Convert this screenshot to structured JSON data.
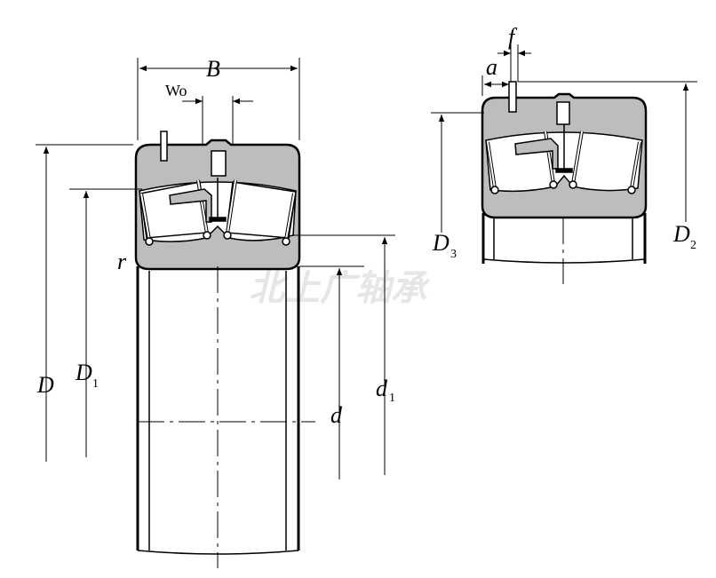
{
  "watermark": "北上广轴承",
  "main_view": {
    "width_label": "B",
    "groove_label": "Wo",
    "outer_diameter_label": "D",
    "outer_ring_shoulder_label": "D",
    "outer_ring_shoulder_sub": "1",
    "chamfer_label": "r",
    "bore_label": "d",
    "inner_ring_shoulder_label": "d",
    "inner_ring_shoulder_sub": "1"
  },
  "detail_view": {
    "pin_offset_label": "a",
    "pin_width_label": "f",
    "shoulder_label": "D",
    "shoulder_sub": "3",
    "pin_diameter_label": "D",
    "pin_diameter_sub": "2"
  },
  "colors": {
    "ring_fill": "#bdbdbd",
    "line": "#000000"
  }
}
